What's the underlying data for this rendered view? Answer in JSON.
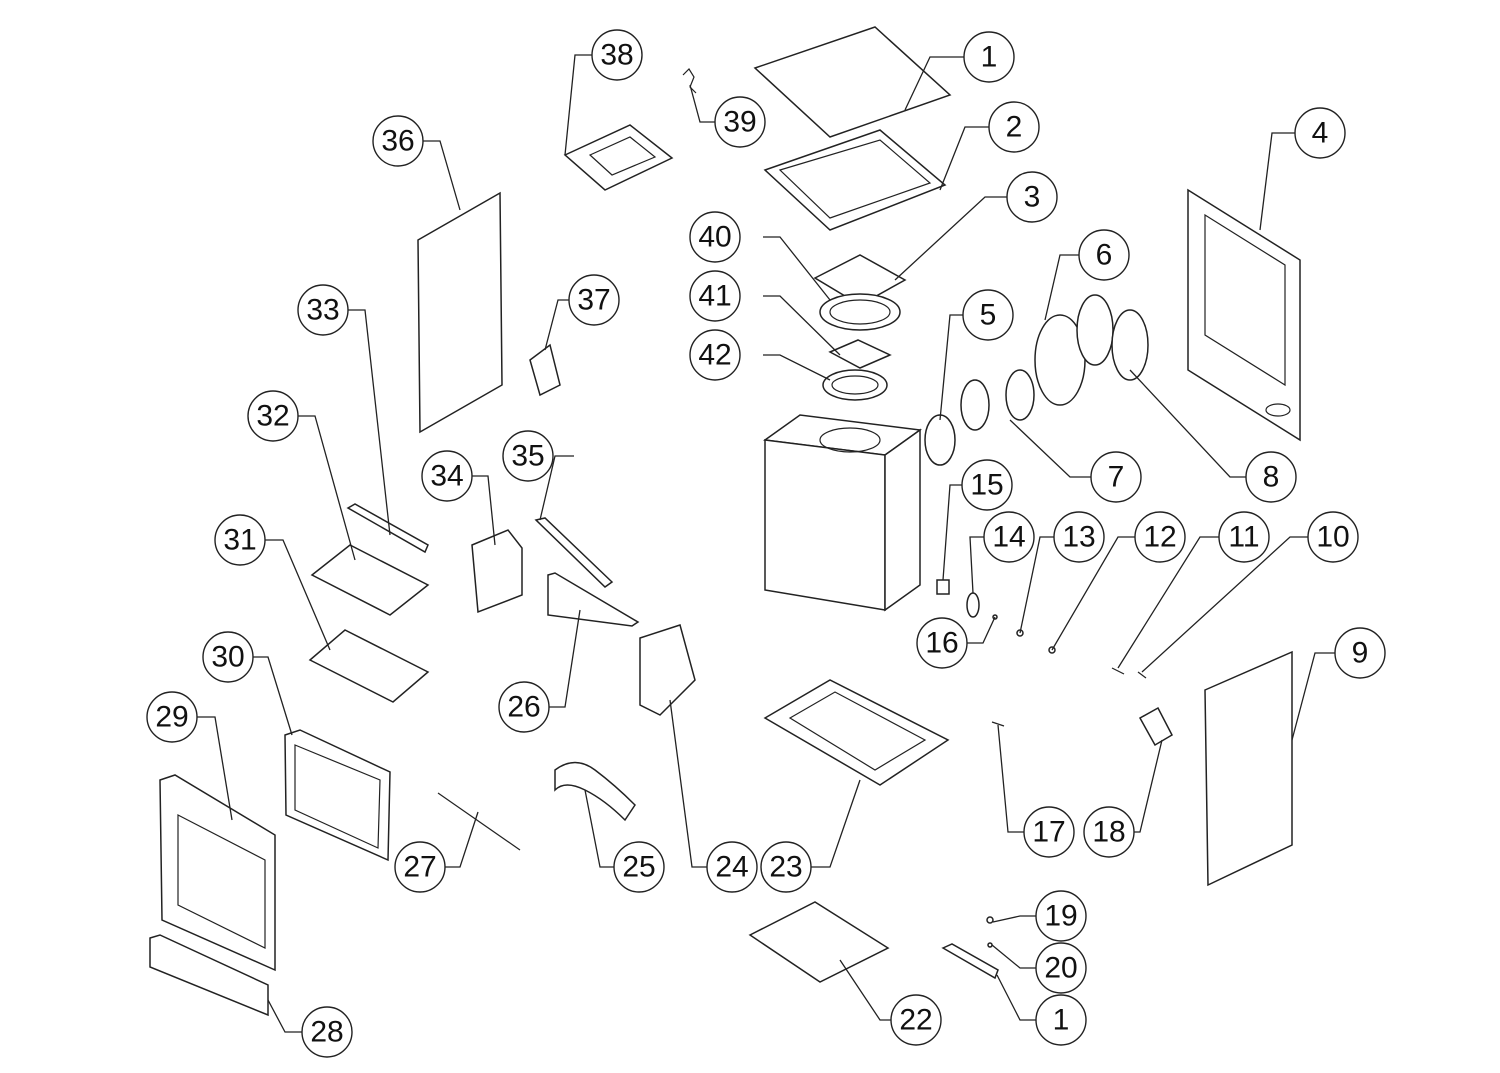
{
  "diagram": {
    "type": "exploded-parts-diagram",
    "callouts": [
      {
        "label": "1"
      },
      {
        "label": "2"
      },
      {
        "label": "3"
      },
      {
        "label": "4"
      },
      {
        "label": "5"
      },
      {
        "label": "6"
      },
      {
        "label": "7"
      },
      {
        "label": "8"
      },
      {
        "label": "9"
      },
      {
        "label": "10"
      },
      {
        "label": "11"
      },
      {
        "label": "12"
      },
      {
        "label": "13"
      },
      {
        "label": "14"
      },
      {
        "label": "15"
      },
      {
        "label": "16"
      },
      {
        "label": "17"
      },
      {
        "label": "18"
      },
      {
        "label": "19"
      },
      {
        "label": "20"
      },
      {
        "label": "1"
      },
      {
        "label": "22"
      },
      {
        "label": "23"
      },
      {
        "label": "24"
      },
      {
        "label": "25"
      },
      {
        "label": "26"
      },
      {
        "label": "27"
      },
      {
        "label": "28"
      },
      {
        "label": "29"
      },
      {
        "label": "30"
      },
      {
        "label": "31"
      },
      {
        "label": "32"
      },
      {
        "label": "33"
      },
      {
        "label": "34"
      },
      {
        "label": "35"
      },
      {
        "label": "36"
      },
      {
        "label": "37"
      },
      {
        "label": "38"
      },
      {
        "label": "39"
      },
      {
        "label": "40"
      },
      {
        "label": "41"
      },
      {
        "label": "42"
      }
    ]
  }
}
